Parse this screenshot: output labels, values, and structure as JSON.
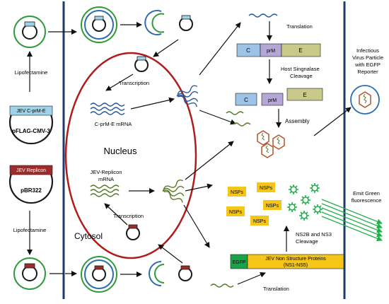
{
  "labels": {
    "lipofectamine_top": "Lipofectamine",
    "lipofectamine_bottom": "Lipofectamine",
    "plasmid_cprm_label": "JEV C-prM-E",
    "plasmid_cprm_name": "pFLAG-CMV-3",
    "plasmid_replicon_label": "JEV Replicon",
    "plasmid_replicon_name": "pBR322",
    "transcription_top": "Transcription",
    "transcription_bottom": "Transcription",
    "cprm_mrna": "C-prM-E  mRNA",
    "nucleus": "Nucleus",
    "replicon_mrna_line1": "JEV-Replicon",
    "replicon_mrna_line2": "mRNA",
    "cytosol": "Cytosol",
    "translation_top": "Translation",
    "translation_bottom": "Translation",
    "protein_c": "C",
    "protein_prm": "prM",
    "protein_e": "E",
    "host_cleavage_line1": "Host Singnalase",
    "host_cleavage_line2": "Cleavage",
    "cleaved_c": "C",
    "cleaved_prm": "prM",
    "cleaved_e": "E",
    "assembly": "Assembly",
    "virus_line1": "Infectious",
    "virus_line2": "Virus Particle",
    "virus_line3": "with EGFP",
    "virus_line4": "Reporter",
    "nsps": [
      "NSPs",
      "NSPs",
      "NSPs",
      "NSPs",
      "NSPs"
    ],
    "emit_line1": "Emit Green",
    "emit_line2": "fluorescence",
    "ns_cleavage_line1": "NS2B and NS3",
    "ns_cleavage_line2": "Cleavage",
    "egfp": "EGFP",
    "nonstructural_line1": "JEV Non Structure Proteins",
    "nonstructural_line2": "(NS1-NS5)"
  },
  "colors": {
    "membrane": "#1f3b6e",
    "nucleus": "#b01c1c",
    "plasmid_ring": "#1a1a1a",
    "vector_outer": "#2f9a3a",
    "vector_inner": "#2b6cb0",
    "cprm_tag": "#9fd3ea",
    "replicon_tag": "#9e2b2b",
    "protein_c": "#9dc3e6",
    "protein_prm": "#b4a7d6",
    "protein_e": "#c9c98a",
    "nsp": "#f5c518",
    "egfp": "#1aa34a",
    "rna_blue": "#2a5a9e",
    "rna_green": "#5a7a2a",
    "virion": "#b5522b",
    "glow": "#21b04b"
  }
}
